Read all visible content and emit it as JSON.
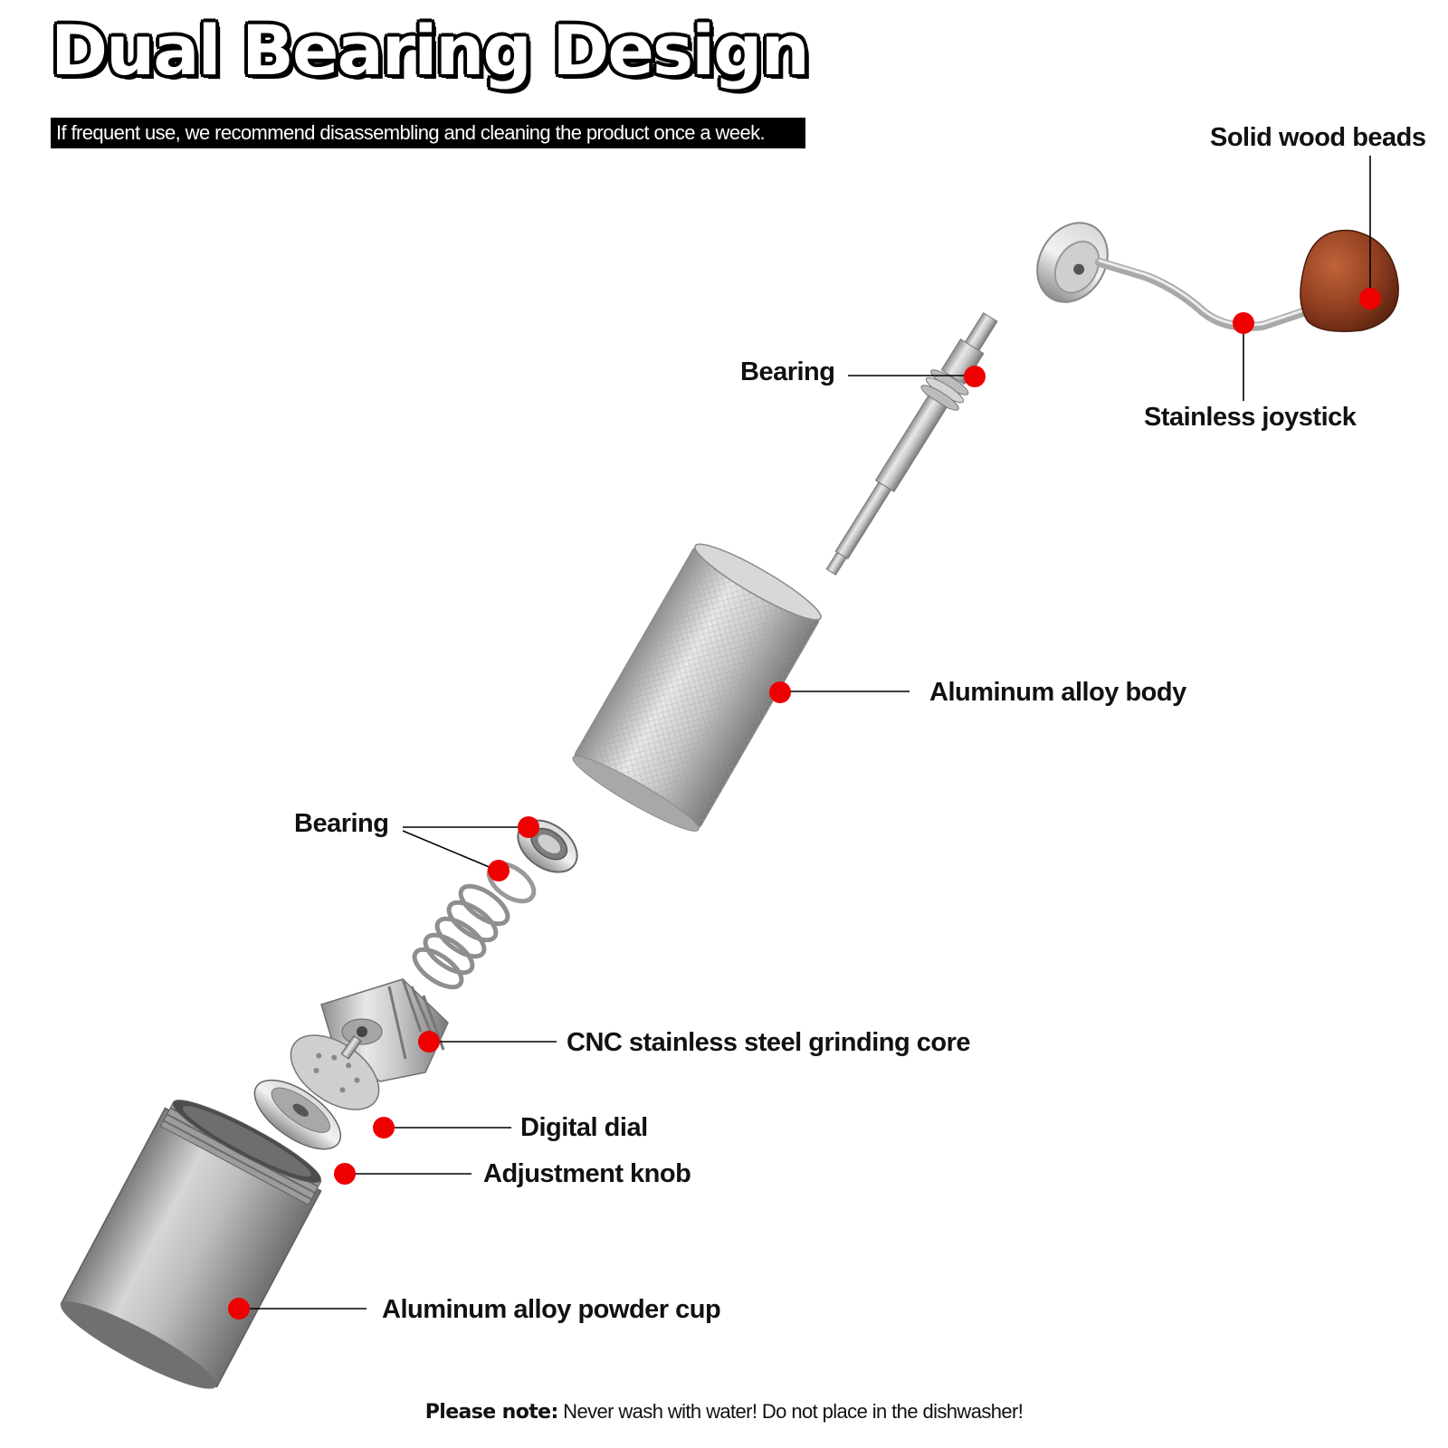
{
  "header": {
    "title": "Dual Bearing Design",
    "subtitle": "If frequent use, we recommend disassembling and cleaning the product once a week."
  },
  "callouts": {
    "wood_beads": "Solid wood beads",
    "top_bearing": "Bearing",
    "joystick": "Stainless joystick",
    "body": "Aluminum alloy body",
    "lower_bearing": "Bearing",
    "core": "CNC stainless steel grinding core",
    "dial": "Digital dial",
    "knob": "Adjustment knob",
    "cup": "Aluminum alloy powder cup"
  },
  "footer": {
    "note_label": "Please note:",
    "note_text": " Never wash with water! Do not place in the dishwasher!"
  },
  "colors": {
    "marker": "#ee0000",
    "metal_light": "#e4e4e4",
    "metal_dark": "#8a8a8a",
    "wood": "#8b3a1e",
    "text": "#111111"
  }
}
